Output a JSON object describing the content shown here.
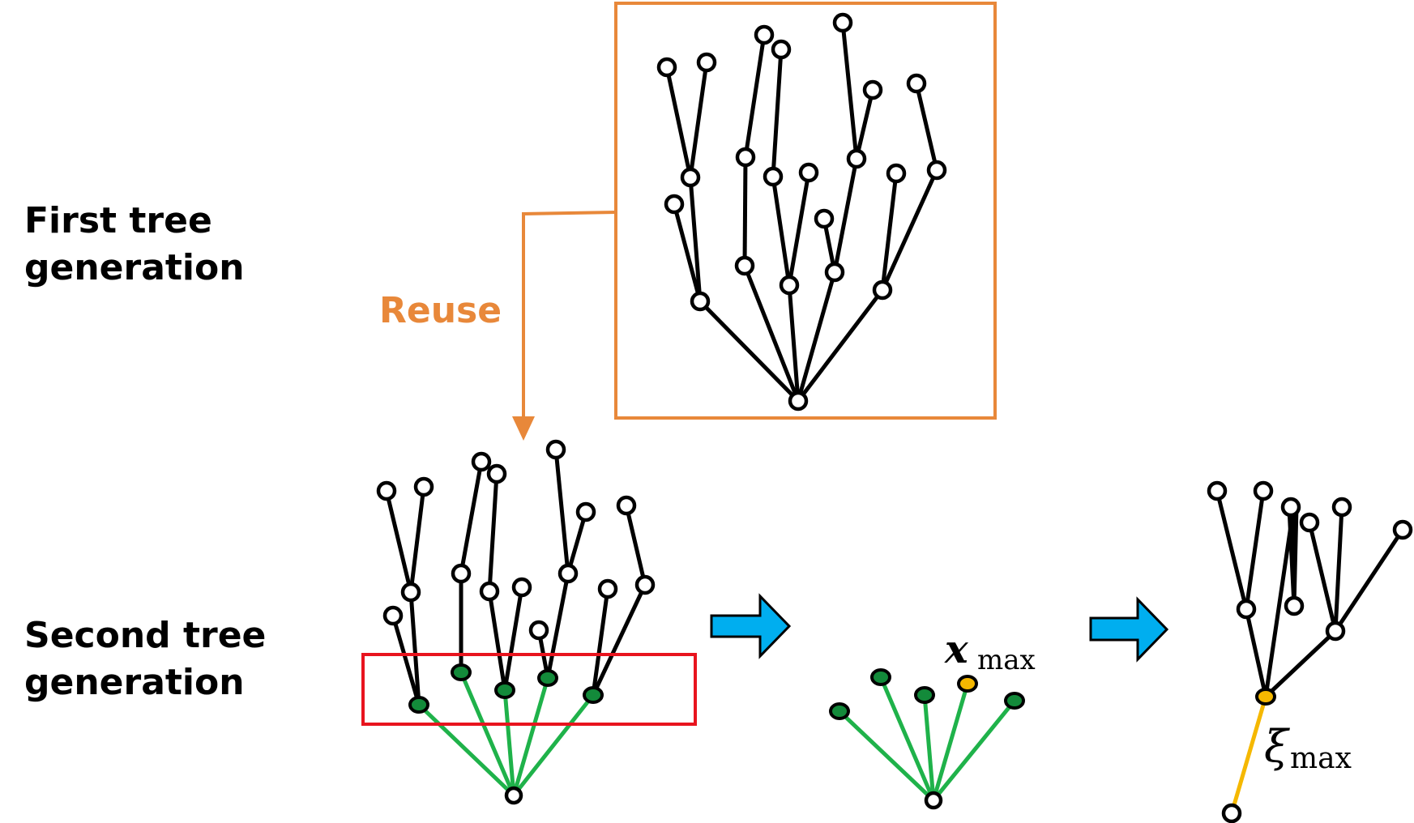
{
  "labels": {
    "first_line1": "First tree",
    "first_line2": "generation",
    "second_line1": "Second tree",
    "second_line2": "generation",
    "reuse": "Reuse"
  },
  "math": {
    "x_symbol": "x",
    "x_subscript": "max",
    "xi_symbol": "ξ",
    "xi_subscript": "max"
  },
  "colors": {
    "reuse_orange": "#E8883A",
    "highlight_red": "#E8141E",
    "green_edge": "#1FB24A",
    "green_node": "#138A3A",
    "max_yellow": "#F5B800",
    "arrow_blue": "#00AEEF"
  }
}
